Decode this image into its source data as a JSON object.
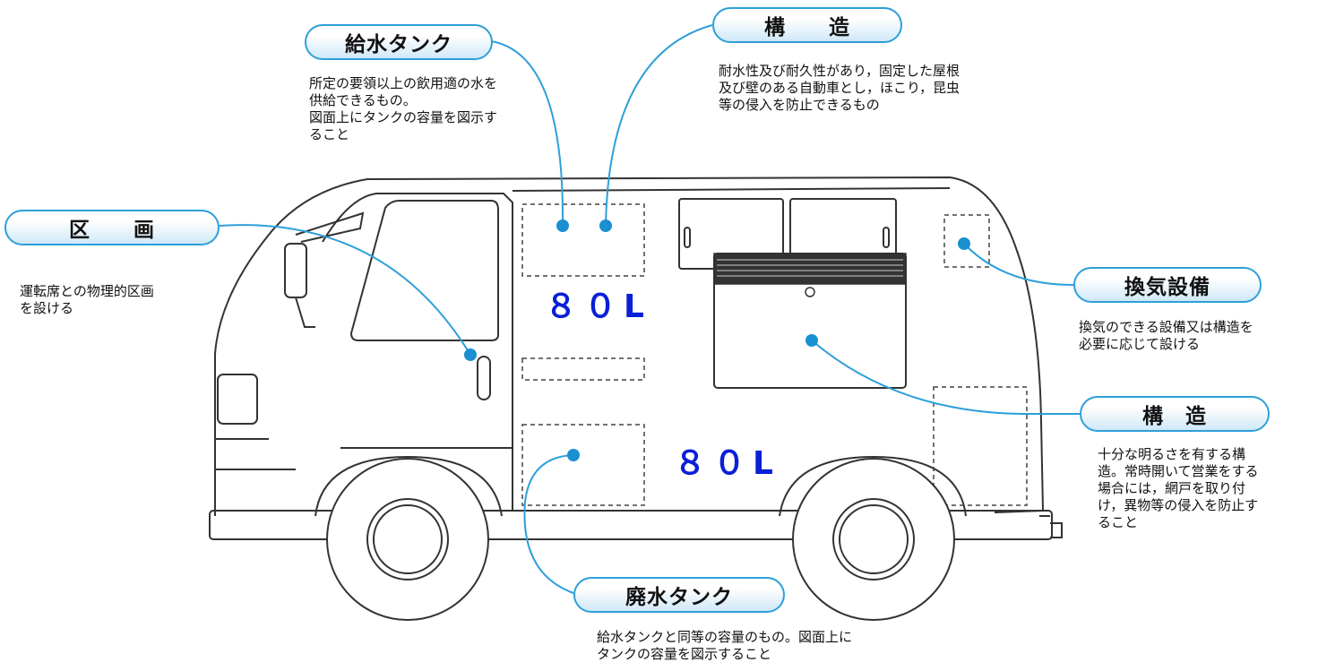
{
  "labels": {
    "water_supply_tank": {
      "title": "給水タンク",
      "description": "所定の要領以上の飲用適の水を\n供給できるもの。\n図面上にタンクの容量を図示す\nること"
    },
    "structure_top": {
      "title": "構　　造",
      "description": "耐水性及び耐久性があり，固定した屋根\n及び壁のある自動車とし，ほこり，昆虫\n等の侵入を防止できるもの"
    },
    "partition": {
      "title": "区　　画",
      "description": "運転席との物理的区画\nを設ける"
    },
    "ventilation": {
      "title": "換気設備",
      "description": "換気のできる設備又は構造を\n必要に応じて設ける"
    },
    "structure_right": {
      "title": "構　造",
      "description": "十分な明るさを有する構\n造。常時開いて営業をする\n場合には，網戸を取り付\nけ，異物等の侵入を防止す\nること"
    },
    "waste_water_tank": {
      "title": "廃水タンク",
      "description": "給水タンクと同等の容量のもの。図面上に\nタンクの容量を図示すること"
    }
  },
  "capacities": {
    "supply_tank": "８０L",
    "waste_tank": "８０L"
  },
  "colors": {
    "leader_line": "#2e9fd9",
    "marker_dot": "#1a8fd1",
    "capacity_text": "#0a1fd6",
    "van_outline": "#333333"
  }
}
